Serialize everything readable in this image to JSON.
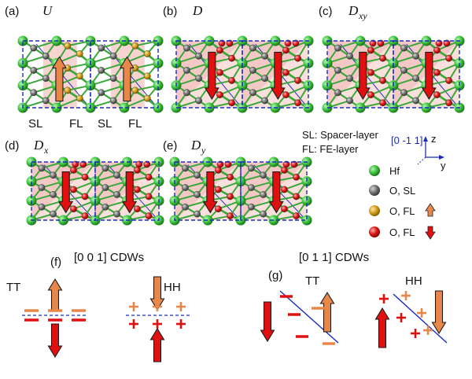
{
  "panels": [
    {
      "id": "a",
      "tag": "(a)",
      "sym": "U",
      "sub": ""
    },
    {
      "id": "b",
      "tag": "(b)",
      "sym": "D",
      "sub": ""
    },
    {
      "id": "c",
      "tag": "(c)",
      "sym": "D",
      "sub": "xy"
    },
    {
      "id": "d",
      "tag": "(d)",
      "sym": "D",
      "sub": "x"
    },
    {
      "id": "e",
      "tag": "(e)",
      "sym": "D",
      "sub": "y"
    }
  ],
  "layer_labels": [
    "SL",
    "FL",
    "SL",
    "FL"
  ],
  "notes": {
    "sl": "SL: Spacer-layer",
    "fl": "FL: FE-layer"
  },
  "axes": {
    "direction": "[0 -1 1]",
    "z": "z",
    "y": "y"
  },
  "legend": [
    {
      "label": "Hf",
      "color": "#3ec43e"
    },
    {
      "label": "O, SL",
      "color": "#777777"
    },
    {
      "label": "O, FL",
      "color": "#d4a020"
    },
    {
      "label": "O, FL",
      "color": "#e01818"
    }
  ],
  "cdw": {
    "f": {
      "tag": "(f)",
      "title": "[0 0 1] CDWs",
      "tt": "TT",
      "hh": "HH"
    },
    "g": {
      "tag": "(g)",
      "title": "[0 1 1] CDWs",
      "tt": "TT",
      "hh": "HH"
    }
  },
  "colors": {
    "hf": "#3ec43e",
    "o_sl": "#777777",
    "o_fl_up": "#d4a020",
    "o_fl_down": "#e01818",
    "arrow_up": "#e8874a",
    "arrow_down": "#e01010",
    "dash_box": "#1a2bc0",
    "pink": "#f6c6c0"
  }
}
